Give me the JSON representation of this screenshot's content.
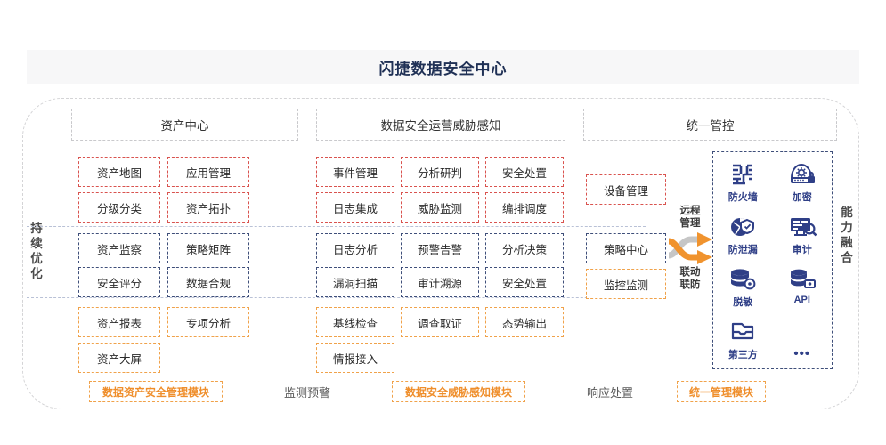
{
  "header": {
    "title": "闪捷数据安全中心"
  },
  "side_labels": {
    "left": "持续优化",
    "right": "能力融合"
  },
  "columns": [
    {
      "id": "asset-center",
      "header": "资产中心",
      "groups": [
        {
          "color": "red",
          "items": [
            "资产地图",
            "应用管理",
            "分级分类",
            "资产拓扑"
          ]
        },
        {
          "color": "blue",
          "items": [
            "资产监察",
            "策略矩阵",
            "安全评分",
            "数据合规"
          ]
        },
        {
          "color": "orange",
          "items": [
            "资产报表",
            "专项分析",
            "资产大屏"
          ]
        }
      ]
    },
    {
      "id": "data-security-ops",
      "header": "数据安全运营威胁感知",
      "groups": [
        {
          "color": "red",
          "items": [
            "事件管理",
            "分析研判",
            "安全处置",
            "日志集成",
            "威胁监测",
            "编排调度"
          ]
        },
        {
          "color": "blue",
          "items": [
            "日志分析",
            "预警告警",
            "分析决策",
            "漏洞扫描",
            "审计溯源",
            "安全处置"
          ]
        },
        {
          "color": "orange",
          "items": [
            "基线检查",
            "调查取证",
            "态势输出",
            "情报接入"
          ]
        }
      ]
    },
    {
      "id": "unified-management",
      "header": "统一管控",
      "groups": [
        {
          "color": "red",
          "items": [
            "设备管理"
          ]
        },
        {
          "color": "blue",
          "items": [
            "策略中心"
          ]
        },
        {
          "color": "orange",
          "items": [
            "监控监测"
          ]
        }
      ]
    }
  ],
  "arrows": {
    "top_label": "远程管理",
    "top_label_l1": "远程",
    "top_label_l2": "管理",
    "bottom_label": "联动联防",
    "bottom_label_l1": "联动",
    "bottom_label_l2": "联防"
  },
  "capability_panel": {
    "items": [
      {
        "icon": "firewall-icon",
        "label": "防火墙"
      },
      {
        "icon": "encryption-icon",
        "label": "加密"
      },
      {
        "icon": "dlp-icon",
        "label": "防泄漏"
      },
      {
        "icon": "audit-icon",
        "label": "审计"
      },
      {
        "icon": "masking-icon",
        "label": "脱敏"
      },
      {
        "icon": "api-icon",
        "label": "API"
      },
      {
        "icon": "third-party-icon",
        "label": "第三方"
      },
      {
        "icon": "ellipsis-icon",
        "label": "•••"
      }
    ]
  },
  "bottom_bar": {
    "module_1": "数据资产安全管理模块",
    "stage_1": "监测预警",
    "module_2": "数据安全威胁感知模块",
    "stage_2": "响应处置",
    "module_3": "统一管理模块"
  },
  "colors": {
    "title": "#1f3055",
    "red_border": "#d9534f",
    "blue_border": "#3f4f7a",
    "orange_border": "#f0a24a",
    "orange_text": "#ef8e2b",
    "icon_blue": "#2f3f87",
    "frame_gray": "#d4d4d6"
  }
}
